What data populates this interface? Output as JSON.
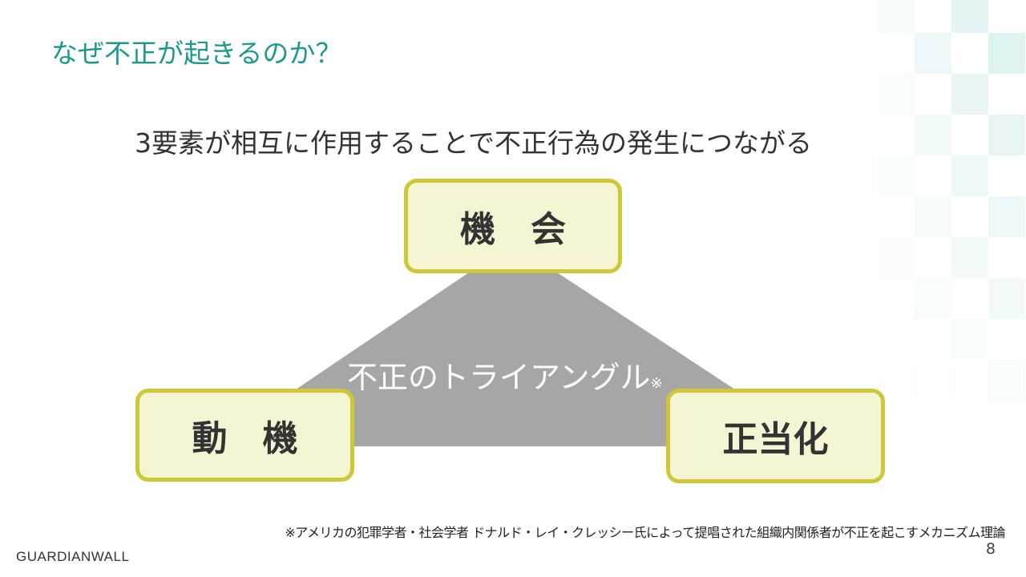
{
  "slide": {
    "title": "なぜ不正が起きるのか？",
    "subtitle": "3要素が相互に作用することで不正行為の発生につながる",
    "elements": {
      "top": "機　会",
      "left": "動　機",
      "right": "正当化"
    },
    "triangle_label": "不正のトライアングル",
    "triangle_mark": "※",
    "footnote": "※アメリカの犯罪学者・社会学者 ドナルド・レイ・クレッシー氏によって提唱された組織内関係者が不正を起こすメカニズム理論",
    "page_number": "8",
    "logo": "GUARDIANWALL"
  },
  "colors": {
    "title": "#1a9a8a",
    "box_fill": "#f5f5d3",
    "box_border": "#cdc936",
    "triangle": "#a6a6a6"
  }
}
